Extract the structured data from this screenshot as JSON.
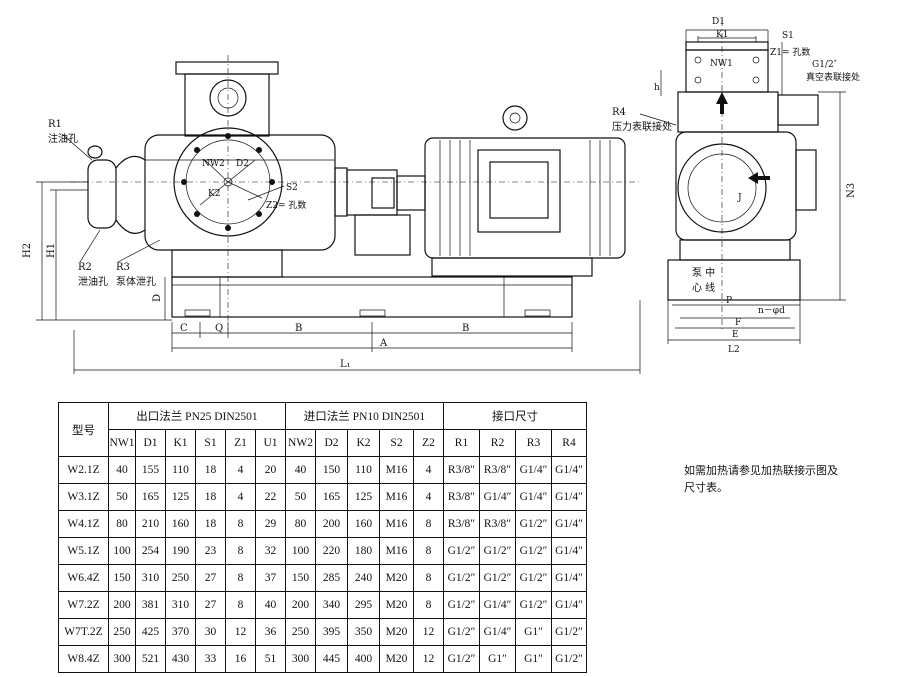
{
  "labels": {
    "R1": "R1",
    "r1_text": "注油孔",
    "R2": "R2",
    "r2_text": "泄油孔",
    "R3": "R3",
    "r3_text": "泵体泄孔",
    "R4": "R4",
    "r4_text": "压力表联接处",
    "H1": "H1",
    "H2": "H2",
    "D": "D",
    "C": "C",
    "Q": "Q",
    "B1": "B",
    "B2": "B",
    "A": "A",
    "L1": "L₁",
    "NW2": "NW2",
    "D2": "D2",
    "K2": "K2",
    "S2": "S2",
    "Z2": "Z2= 孔数",
    "D1": "D1",
    "K1": "K1",
    "S1": "S1",
    "NW1": "NW1",
    "Z1": "Z1= 孔数",
    "G12": "G1/2″",
    "vac": "真空表联接处",
    "h": "h",
    "N3": "N3",
    "J": "J",
    "center1": "泵  中",
    "center2": "心  线",
    "P": "P",
    "n_phi_d": "n－φd",
    "F": "F",
    "E": "E",
    "L2": "L2"
  },
  "table": {
    "model_header": "型号",
    "group_out": "出口法兰 PN25 DIN2501",
    "group_in": "进口法兰 PN10 DIN2501",
    "group_conn": "接口尺寸",
    "columns": [
      "NW1",
      "D1",
      "K1",
      "S1",
      "Z1",
      "U1",
      "NW2",
      "D2",
      "K2",
      "S2",
      "Z2",
      "R1",
      "R2",
      "R3",
      "R4"
    ],
    "rows": [
      [
        "W2.1Z",
        "40",
        "155",
        "110",
        "18",
        "4",
        "20",
        "40",
        "150",
        "110",
        "M16",
        "4",
        "R3/8″",
        "R3/8″",
        "G1/4″",
        "G1/4″"
      ],
      [
        "W3.1Z",
        "50",
        "165",
        "125",
        "18",
        "4",
        "22",
        "50",
        "165",
        "125",
        "M16",
        "4",
        "R3/8″",
        "G1/4″",
        "G1/4″",
        "G1/4″"
      ],
      [
        "W4.1Z",
        "80",
        "210",
        "160",
        "18",
        "8",
        "29",
        "80",
        "200",
        "160",
        "M16",
        "8",
        "R3/8″",
        "R3/8″",
        "G1/2″",
        "G1/4″"
      ],
      [
        "W5.1Z",
        "100",
        "254",
        "190",
        "23",
        "8",
        "32",
        "100",
        "220",
        "180",
        "M16",
        "8",
        "G1/2″",
        "G1/2″",
        "G1/2″",
        "G1/4″"
      ],
      [
        "W6.4Z",
        "150",
        "310",
        "250",
        "27",
        "8",
        "37",
        "150",
        "285",
        "240",
        "M20",
        "8",
        "G1/2″",
        "G1/2″",
        "G1/2″",
        "G1/4″"
      ],
      [
        "W7.2Z",
        "200",
        "381",
        "310",
        "27",
        "8",
        "40",
        "200",
        "340",
        "295",
        "M20",
        "8",
        "G1/2″",
        "G1/4″",
        "G1/2″",
        "G1/4″"
      ],
      [
        "W7T.2Z",
        "250",
        "425",
        "370",
        "30",
        "12",
        "36",
        "250",
        "395",
        "350",
        "M20",
        "12",
        "G1/2″",
        "G1/4″",
        "G1″",
        "G1/2″"
      ],
      [
        "W8.4Z",
        "300",
        "521",
        "430",
        "33",
        "16",
        "51",
        "300",
        "445",
        "400",
        "M20",
        "12",
        "G1/2″",
        "G1″",
        "G1″",
        "G1/2″"
      ]
    ]
  },
  "note": "如需加热请参见加热联接示图及尺寸表。"
}
